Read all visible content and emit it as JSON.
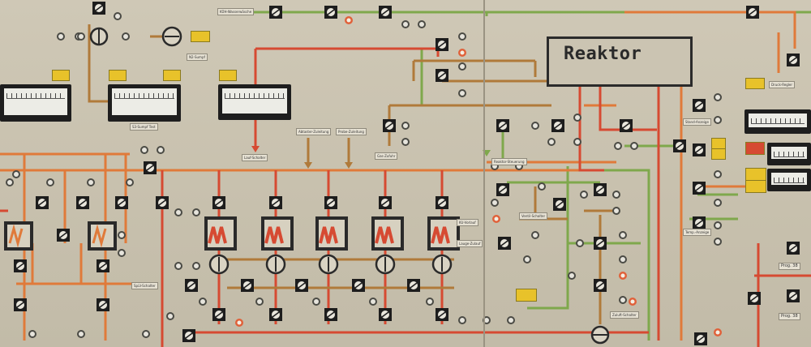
{
  "reactor": {
    "label": "Reaktor"
  },
  "labels": {
    "l1": "KÜH-Wasserwäsche",
    "l2": "N2-Sumpf",
    "l3": "S3-Sumpf Test",
    "l4": "Lauf-Schalter",
    "l5": "Abtaster-Zuleitung",
    "l6": "Probe-Zuleitung",
    "l7": "Gas-Zufuhr",
    "l8": "KU-Vorlauf",
    "l9": "Lauge-Zulauf",
    "l10": "Spül-Schalter",
    "l11": "Ventil-Schalter",
    "l12": "Reaktor-Steuerung",
    "l13": "Stand-Anzeige",
    "l14": "Prog. 38",
    "l15": "Prog. 38",
    "l16": "Temp.-Anzeige",
    "l17": "Druck-Regler",
    "l18": "Zuluft-Schalter"
  },
  "colors": {
    "red": "#d64a32",
    "orange": "#e07a3a",
    "brown": "#b07a3a",
    "green": "#7aa84a",
    "yellow": "#e8c22a"
  }
}
